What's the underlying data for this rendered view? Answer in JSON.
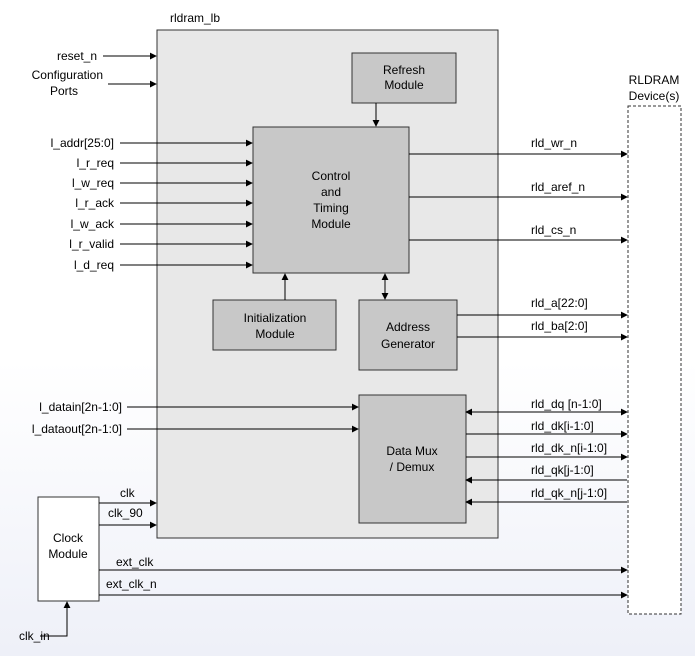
{
  "block_title": "rldram_lb",
  "device_title": [
    "RLDRAM",
    "Device(s)"
  ],
  "modules": {
    "refresh": [
      "Refresh",
      "Module"
    ],
    "control": [
      "Control",
      "and",
      "Timing",
      "Module"
    ],
    "init": [
      "Initialization",
      "Module"
    ],
    "address": [
      "Address",
      "Generator"
    ],
    "datamux": [
      "Data Mux",
      "/ Demux"
    ],
    "clock": [
      "Clock",
      "Module"
    ]
  },
  "inputs_top": [
    "reset_n",
    "Configuration",
    "Ports"
  ],
  "inputs_ctrl": [
    "l_addr[25:0]",
    "l_r_req",
    "l_w_req",
    "l_r_ack",
    "l_w_ack",
    "l_r_valid",
    "l_d_req"
  ],
  "inputs_data": [
    "l_datain[2n-1:0]",
    "l_dataout[2n-1:0]"
  ],
  "outputs_ctrl": [
    "rld_wr_n",
    "rld_aref_n",
    "rld_cs_n"
  ],
  "outputs_addr": [
    "rld_a[22:0]",
    "rld_ba[2:0]"
  ],
  "outputs_data": [
    "rld_dq [n-1:0]",
    "rld_dk[i-1:0]",
    "rld_dk_n[i-1:0]",
    "rld_qk[j-1:0]",
    "rld_qk_n[j-1:0]"
  ],
  "clock_signals": [
    "clk",
    "clk_90",
    "ext_clk",
    "ext_clk_n",
    "clk_in"
  ]
}
